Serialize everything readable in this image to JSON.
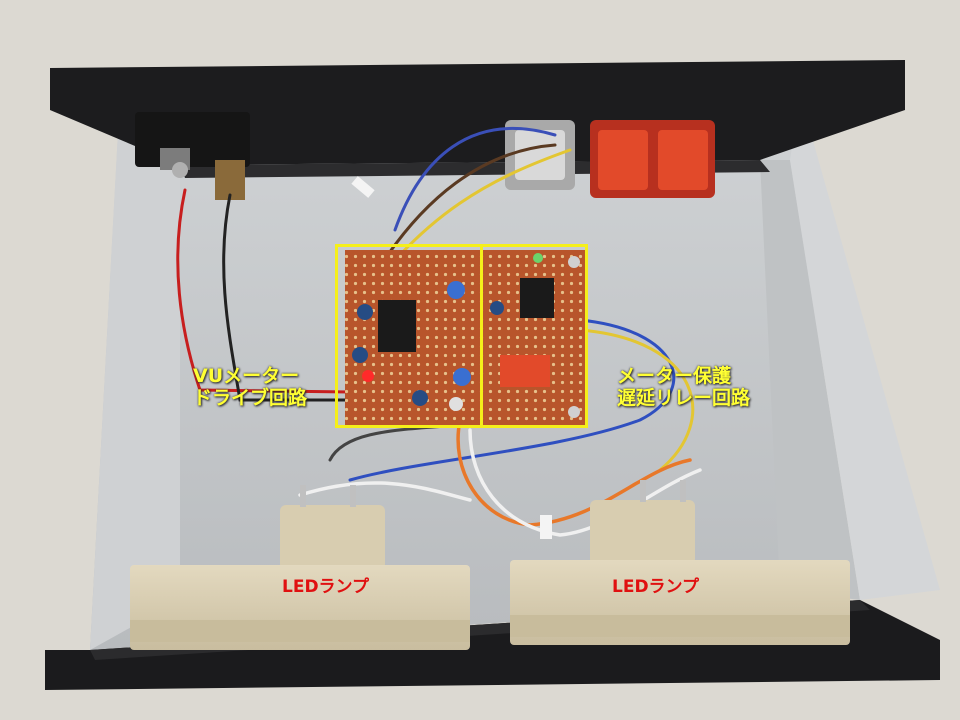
{
  "labels": {
    "vu_drive_line1": "VUメーター",
    "vu_drive_line2": "ドライブ回路",
    "protect_line1": "メーター保護",
    "protect_line2": "遅延リレー回路",
    "led_lamp_left": "LEDランプ",
    "led_lamp_right": "LEDランプ"
  },
  "colors": {
    "annotation_yellow": "#f5ef1a",
    "annotation_red": "#e01010",
    "chassis_inside": "#c9cbcd",
    "chassis_edge": "#1c1c1e",
    "pcb": "#b5542a",
    "led_lamp_housing": "#d8cdb0",
    "relay": "#e24a2a"
  }
}
